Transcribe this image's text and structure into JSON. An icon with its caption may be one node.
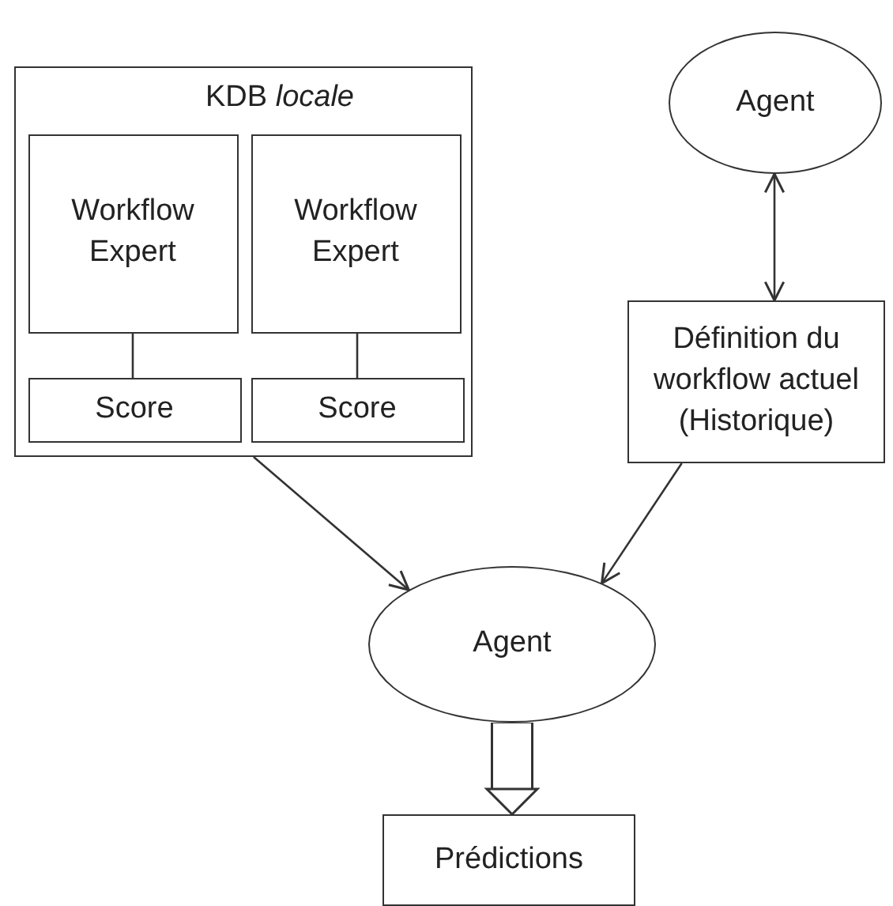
{
  "diagram": {
    "nodes": [
      {
        "text": [
          "KDB *locale*"
        ]
      },
      {
        "text": [
          "Workflow Expert"
        ],
        "in": 0
      },
      {
        "text": [
          "Score"
        ],
        "in": 0
      },
      {
        "text": [
          "Workflow Expert"
        ],
        "in": 0
      },
      {
        "text": [
          "Score"
        ],
        "in": 0
      },
      {
        "text": [
          "Agent"
        ]
      },
      {
        "text": [
          "Définition du workflow actuel (Historique)"
        ]
      },
      {
        "text": [
          "Agent"
        ]
      },
      {
        "text": [
          "Prédictions"
        ]
      }
    ],
    "edges": [
      {
        "from": 1,
        "to": 2,
        "arrow": "none"
      },
      {
        "from": 3,
        "to": 4,
        "arrow": "none"
      },
      {
        "from": 5,
        "to": 6,
        "arrow": "both"
      },
      {
        "from": 0,
        "to": 7,
        "arrow": "to"
      },
      {
        "from": 6,
        "to": 7,
        "arrow": "to"
      },
      {
        "from": 7,
        "to": 8,
        "arrow": "to",
        "style": "thick"
      }
    ]
  }
}
